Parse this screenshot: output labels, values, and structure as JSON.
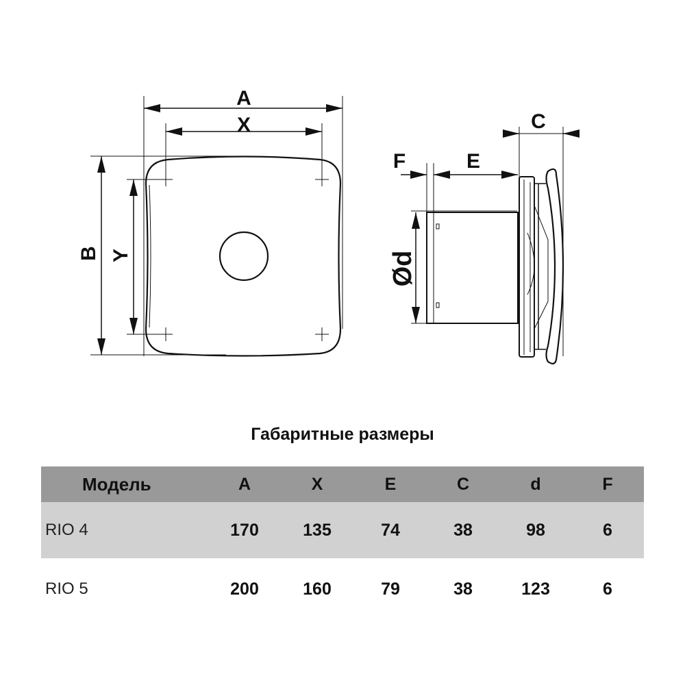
{
  "drawing": {
    "labels": {
      "A": "A",
      "X": "X",
      "B": "B",
      "Y": "Y",
      "C": "C",
      "E": "E",
      "F": "F",
      "d": "Ød"
    }
  },
  "table": {
    "title": "Габаритные размеры",
    "headers": [
      "Модель",
      "A",
      "X",
      "E",
      "C",
      "d",
      "F"
    ],
    "rows": [
      [
        "RIO 4",
        "170",
        "135",
        "74",
        "38",
        "98",
        "6"
      ],
      [
        "RIO 5",
        "200",
        "160",
        "79",
        "38",
        "123",
        "6"
      ]
    ]
  },
  "colors": {
    "header_bg": "#999999",
    "row_alt_bg": "#d1d1d1"
  }
}
